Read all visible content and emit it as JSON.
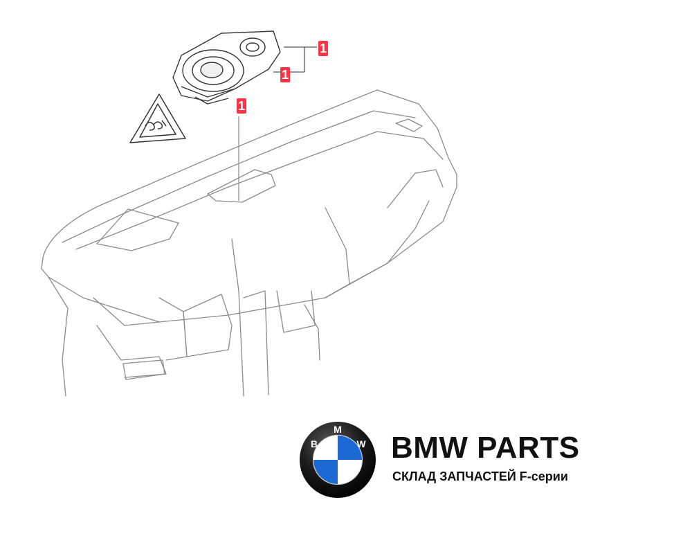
{
  "diagram": {
    "callouts": [
      "1",
      "1",
      "1"
    ]
  },
  "brand": {
    "logo_letters": "BMW",
    "title": "BMW PARTS",
    "subtitle": "СКЛАД ЗАПЧАСТЕЙ F-серии",
    "colors": {
      "blue": "#1c69d4",
      "ring": "#111111",
      "text": "#111111",
      "callout": "#ff3344"
    }
  }
}
